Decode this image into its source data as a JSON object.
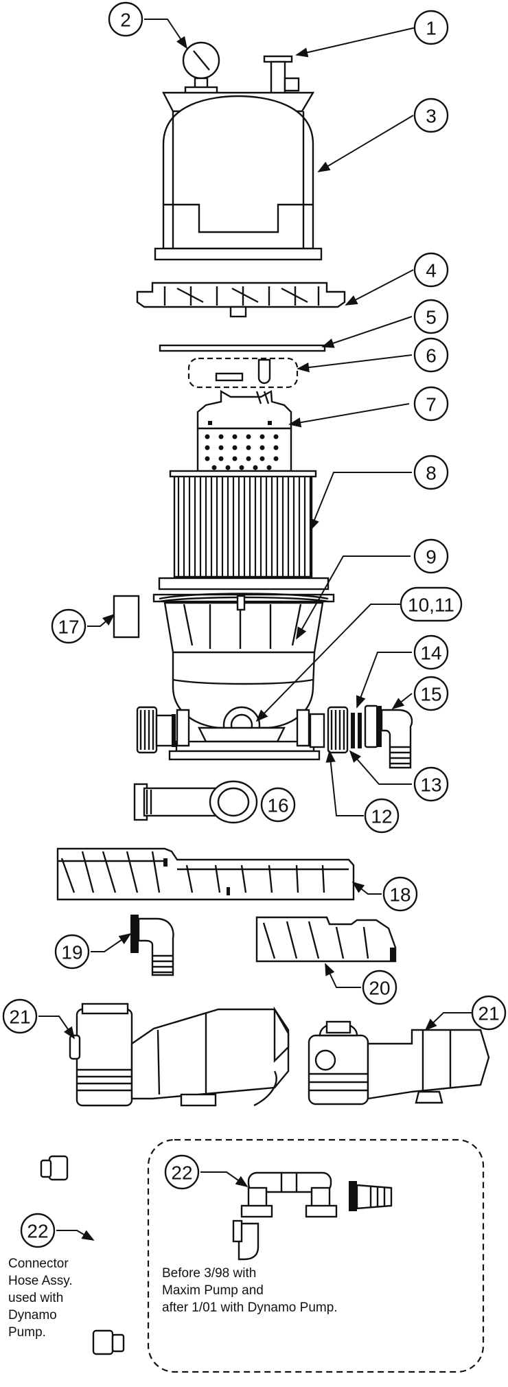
{
  "callouts": [
    "1",
    "2",
    "3",
    "4",
    "5",
    "6",
    "7",
    "8",
    "9",
    "10,11",
    "14",
    "15",
    "17",
    "13",
    "12",
    "16",
    "18",
    "19",
    "20",
    "21",
    "21",
    "22",
    "22"
  ],
  "notes": {
    "hose": [
      "Connector",
      "Hose Assy.",
      "used with",
      "Dynamo",
      "Pump."
    ],
    "kit": [
      "Before 3/98 with",
      "Maxim Pump and",
      "after 1/01 with Dynamo Pump."
    ]
  },
  "colors": {
    "ink": "#111111",
    "paper": "#ffffff",
    "shade": "#b8b8b8"
  }
}
